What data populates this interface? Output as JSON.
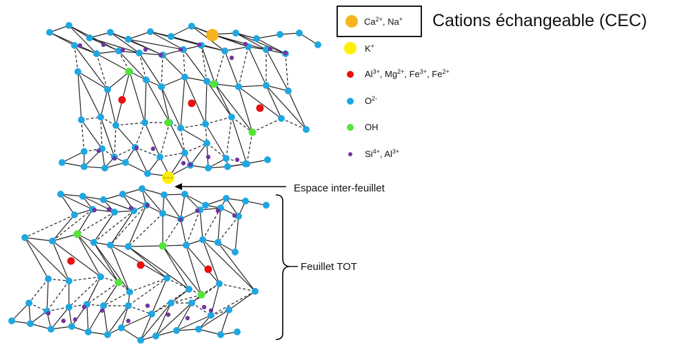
{
  "title": "Cations échangeable (CEC)",
  "legend": [
    {
      "key": "ca-na",
      "label_parts": [
        [
          "Ca",
          "2+"
        ],
        [
          ", Na",
          "+"
        ]
      ],
      "color": "#f5b41e",
      "icon": "orange-dot"
    },
    {
      "key": "k",
      "label_parts": [
        [
          "K",
          "+"
        ]
      ],
      "color": "#ffef00",
      "icon": "yellow-dot"
    },
    {
      "key": "al-mg-fe",
      "label_parts": [
        [
          "Al",
          "3+"
        ],
        [
          ", Mg",
          "2+"
        ],
        [
          ", Fe",
          "3+"
        ],
        [
          ", Fe",
          "2+"
        ]
      ],
      "color": "#e8110f",
      "icon": "red-dot"
    },
    {
      "key": "o",
      "label_parts": [
        [
          "O",
          "2-"
        ]
      ],
      "color": "#1fa7e1",
      "icon": "blue-dot"
    },
    {
      "key": "oh",
      "label_parts": [
        [
          "OH",
          ""
        ]
      ],
      "color": "#54e33a",
      "icon": "green-dot"
    },
    {
      "key": "si-al",
      "label_parts": [
        [
          "Si",
          "4+"
        ],
        [
          ", Al",
          "3+"
        ]
      ],
      "color": "#7234a0",
      "icon": "purple-dot"
    }
  ],
  "annotations": {
    "interlayer": "Espace inter-feuillet",
    "tot_sheet": "Feuillet TOT"
  },
  "colors": {
    "oxygen": "#1fa7e1",
    "hydroxyl": "#54e33a",
    "octahedral": "#e8110f",
    "tetrahedral": "#7234a0",
    "potassium": "#ffef00",
    "exchangeable": "#f5b41e",
    "bond": "#222222"
  }
}
